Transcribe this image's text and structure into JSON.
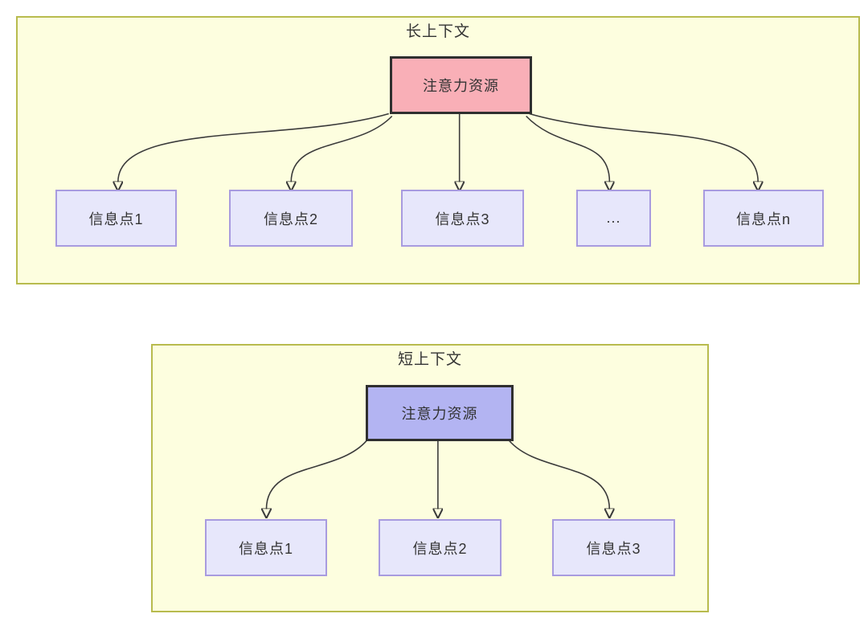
{
  "diagram": {
    "panels": [
      {
        "title": "长上下文",
        "source_label": "注意力资源",
        "source_fill": "#F9AFB7",
        "targets": [
          "信息点1",
          "信息点2",
          "信息点3",
          "...",
          "信息点n"
        ]
      },
      {
        "title": "短上下文",
        "source_label": "注意力资源",
        "source_fill": "#B3B4F2",
        "targets": [
          "信息点1",
          "信息点2",
          "信息点3"
        ]
      }
    ],
    "colors": {
      "page_background": "#FFFFFF",
      "panel_fill": "#FDFEDF",
      "panel_border": "#B8BB4E",
      "target_fill": "#E7E7FB",
      "target_border": "#A89BDF",
      "source_border": "#2F2F2F",
      "arrow": "#3A3A3A",
      "text": "#333333"
    }
  }
}
